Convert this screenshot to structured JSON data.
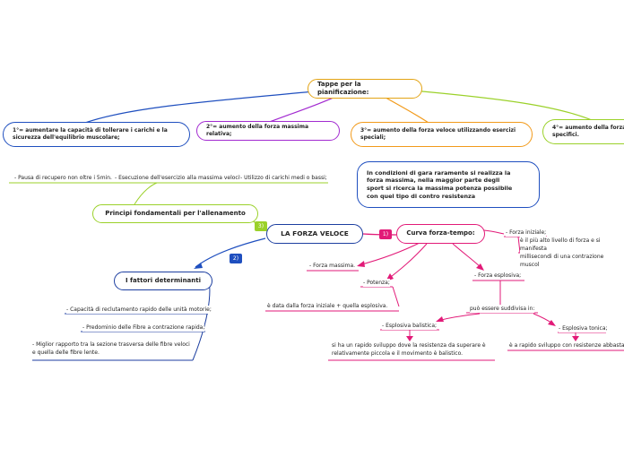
{
  "colors": {
    "blue": "#1f4fbf",
    "purple": "#a22ad0",
    "orange": "#f29a1a",
    "green": "#9bd12a",
    "gold": "#e3a415",
    "pink": "#e21a78",
    "dark_blue": "#1c3ea0",
    "text": "#222222"
  },
  "tappe": {
    "title": "Tappe per la pianificazione:",
    "items": [
      "1°= aumentare la capacità di tollerare i carichi e la\nsicurezza dell'equilibrio muscolare;",
      "2°= aumento della forza massima relativa;",
      "3°= aumento della forza veloce utilizzando esercizi\nspeciali;",
      "4°= aumento della forza\nspecifici."
    ]
  },
  "principi": {
    "title": "Principi fondamentali per l'allenamento",
    "badge": "3)",
    "items": [
      "- Pausa di recupero non oltre i 5min.",
      "- Esecuzione dell'esercizio alla massima velocità;",
      "- Utilizzo di carichi medi o bassi;"
    ]
  },
  "callout": {
    "text": "In condizioni di gara raramente si realizza la\nforza massima, nella maggior parte degli\nsport si ricerca la massima potenza possibile\ncon quel tipo di contro resistenza"
  },
  "central": {
    "title": "LA FORZA VELOCE"
  },
  "fattori": {
    "title": "I fattori determinanti",
    "badge": "2)",
    "items": [
      "- Capacità di reclutamento rapido delle unità motorie;",
      "- Predominio delle Fibre a contrazione rapida;",
      "- Miglior rapporto tra la sezione trasversa delle fibre veloci\ne quella delle fibre lente."
    ]
  },
  "curva": {
    "title": "Curva forza-tempo:",
    "badge": "1)",
    "forza_iniziale": "- Forza iniziale;",
    "forza_iniziale_desc": "è il più alto livello di forza e si manifesta\nmillisecondi di una contrazione muscol",
    "forza_massima": "- Forza massima.",
    "potenza": "- Potenza;",
    "potenza_desc": "è data dalla forza iniziale + quella esplosiva.",
    "forza_esplosiva": "- Forza esplosiva;",
    "suddivisa": "può essere suddivisa in:",
    "balistica": "- Esplosiva balistica;",
    "balistica_desc": "si ha un rapido sviluppo dove la resistenza da superare è\nrelativamente piccola e il movimento è balistico.",
    "tonica": "- Esplosiva tonica;",
    "tonica_desc": "è a rapido sviluppo con resistenze abbastan"
  }
}
